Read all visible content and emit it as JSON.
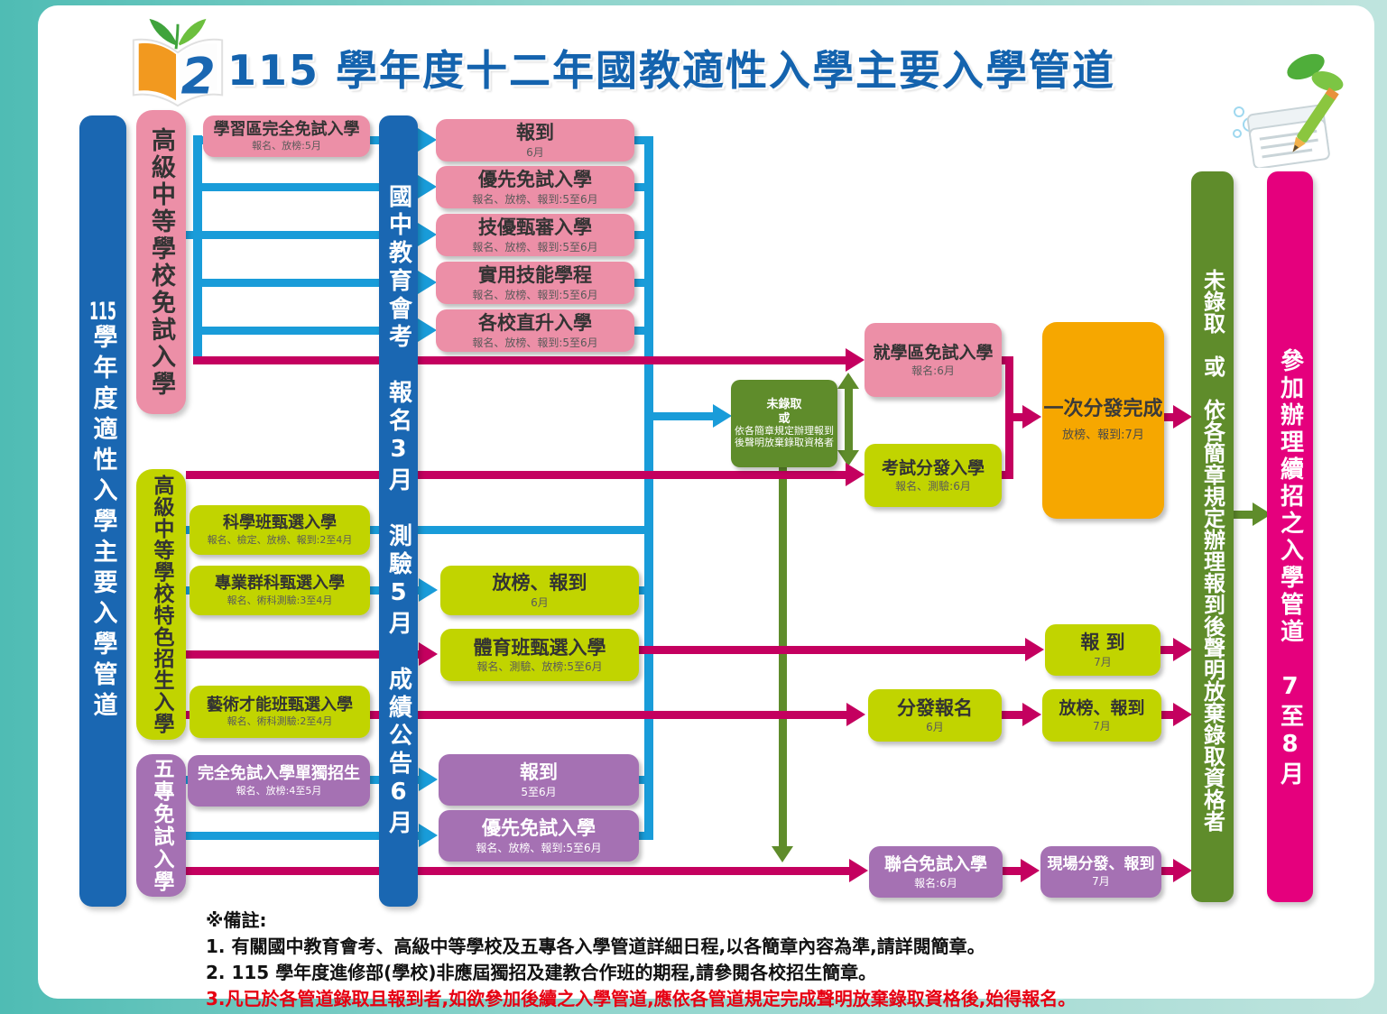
{
  "title": "115 學年度十二年國教適性入學主要入學管道",
  "colors": {
    "title_blue": "#1463ae",
    "bar_blue": "#1a67b2",
    "line_blue": "#199cd9",
    "pink": "#ec8fa7",
    "yellow_green": "#c1d400",
    "purple": "#a571b3",
    "dark_green": "#5f8c2b",
    "magenta_bar": "#e5007d",
    "crimson_line": "#c4005f",
    "orange": "#f6a700",
    "note_red": "#e60012"
  },
  "bars": {
    "main_num": "115",
    "main_text": "學年度適性入學主要入學管道",
    "hs_free": "高級中等學校免試入學",
    "hs_special": "高級中等學校特色招生入學",
    "five_year": "五專免試入學",
    "exam": "國中教育會考　報名3月　測驗5月　成績公告6月",
    "not_admitted": "未錄取　或　依各簡章規定辦理報到後聲明放棄錄取資格者",
    "continue": "參加辦理續招之入學管道　7至8月"
  },
  "boxes": {
    "study_area": {
      "t": "學習區完全免試入學",
      "s": "報名、放榜:5月"
    },
    "checkin_jun": {
      "t": "報到",
      "s": "6月"
    },
    "priority_free": {
      "t": "優先免試入學",
      "s": "報名、放榜、報到:5至6月"
    },
    "skill_select": {
      "t": "技優甄審入學",
      "s": "報名、放榜、報到:5至6月"
    },
    "practical": {
      "t": "實用技能學程",
      "s": "報名、放榜、報到:5至6月"
    },
    "direct": {
      "t": "各校直升入學",
      "s": "報名、放榜、報到:5至6月"
    },
    "district": {
      "t": "就學區免試入學",
      "s": "報名:6月"
    },
    "science": {
      "t": "科學班甄選入學",
      "s": "報名、檢定、放榜、報到:2至4月"
    },
    "vocational": {
      "t": "專業群科甄選入學",
      "s": "報名、術科測驗:3至4月"
    },
    "announce_jun": {
      "t": "放榜、報到",
      "s": "6月"
    },
    "pe": {
      "t": "體育班甄選入學",
      "s": "報名、測驗、放榜:5至6月"
    },
    "arts": {
      "t": "藝術才能班甄選入學",
      "s": "報名、術科測驗:2至4月"
    },
    "exam_place": {
      "t": "考試分發入學",
      "s": "報名、測驗:6月"
    },
    "not_box": {
      "l1": "未錄取",
      "l2": "或",
      "l3": "依各簡章規定辦理報到",
      "l4": "後聲明放棄錄取資格者"
    },
    "one_place": {
      "t": "一次分發完成",
      "s": "放榜、報到:7月"
    },
    "checkin_jul": {
      "t": "報 到",
      "s": "7月"
    },
    "place_reg": {
      "t": "分發報名",
      "s": "6月"
    },
    "announce_jul": {
      "t": "放榜、報到",
      "s": "7月"
    },
    "full_free_ind": {
      "t": "完全免試入學單獨招生",
      "s": "報名、放榜:4至5月"
    },
    "checkin_56": {
      "t": "報到",
      "s": "5至6月"
    },
    "priority_5yr": {
      "t": "優先免試入學",
      "s": "報名、放榜、報到:5至6月"
    },
    "joint_free": {
      "t": "聯合免試入學",
      "s": "報名:6月"
    },
    "onsite": {
      "t": "現場分發、報到",
      "s": "7月"
    }
  },
  "notes": {
    "head": "※備註:",
    "n1": "1. 有關國中教育會考、高級中等學校及五專各入學管道詳細日程,以各簡章內容為準,請詳閱簡章。",
    "n2": "2. 115 學年度進修部(學校)非應屆獨招及建教合作班的期程,請參閱各校招生簡章。",
    "n3": "3.凡已於各管道錄取且報到者,如欲參加後續之入學管道,應依各管道規定完成聲明放棄錄取資格後,始得報名。"
  }
}
